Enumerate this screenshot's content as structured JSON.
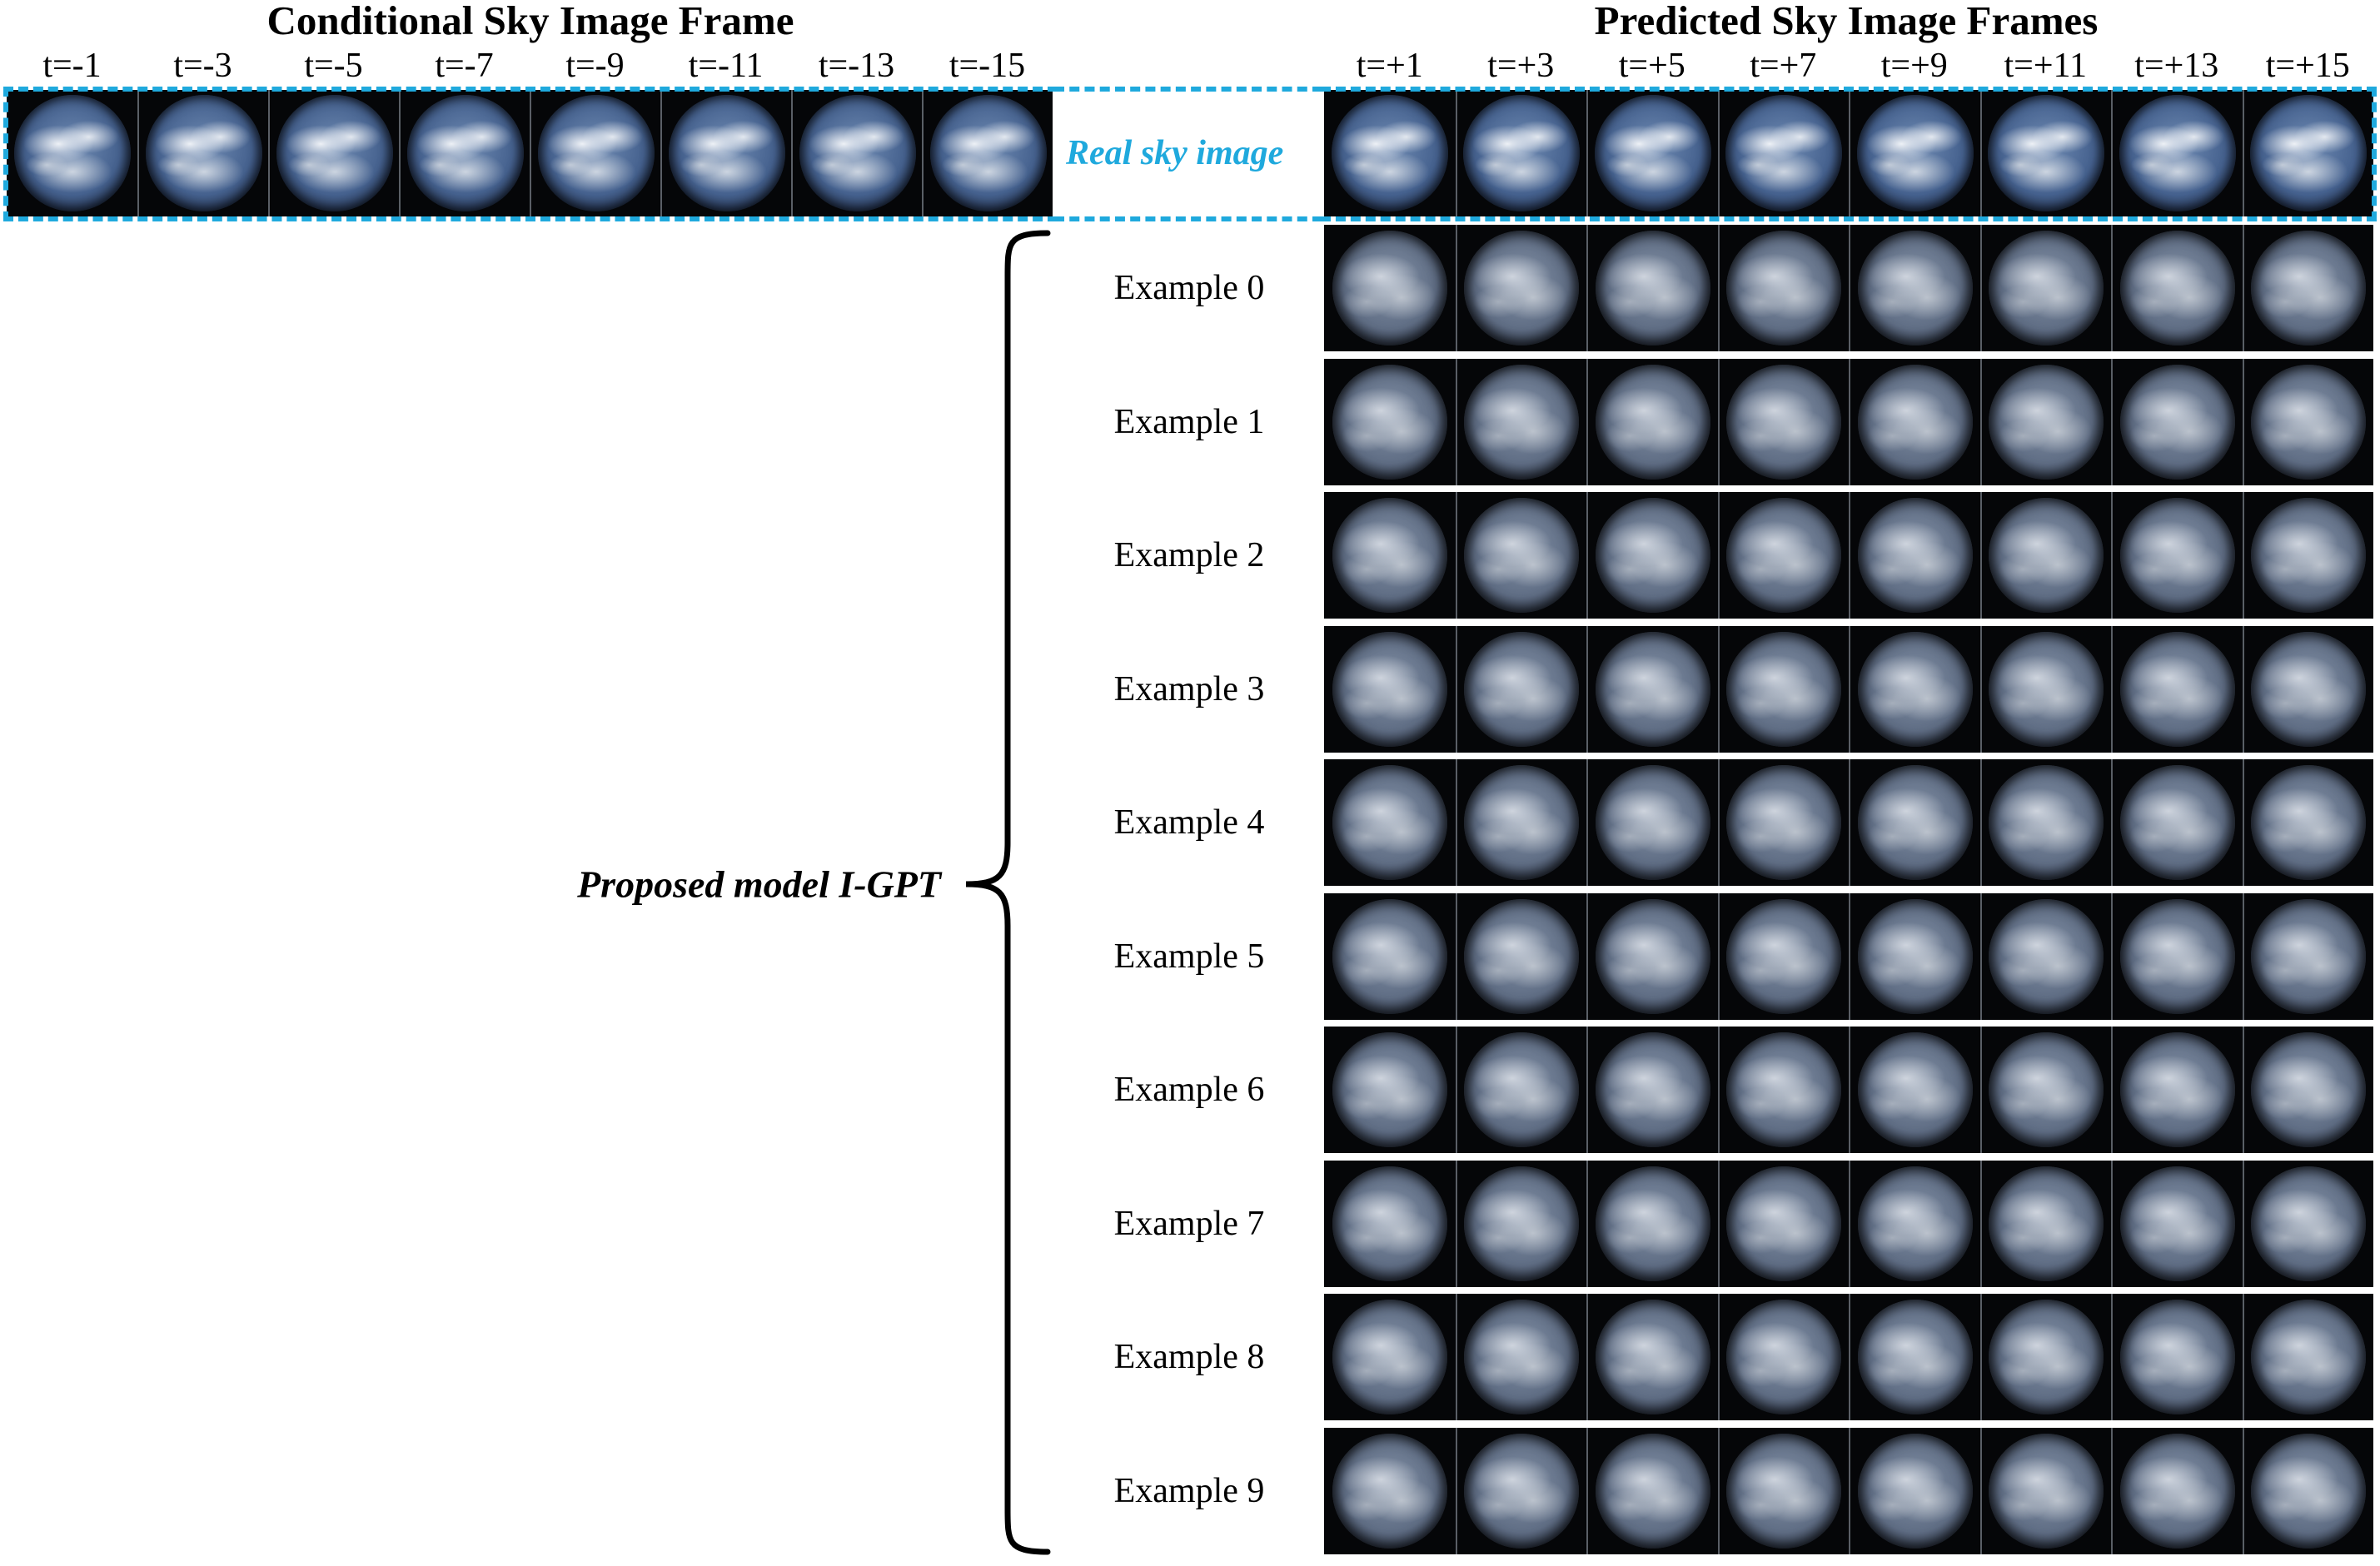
{
  "headers": {
    "conditional": "Conditional Sky Image Frame",
    "predicted": "Predicted Sky Image Frames"
  },
  "conditional_times": [
    "t=-1",
    "t=-3",
    "t=-5",
    "t=-7",
    "t=-9",
    "t=-11",
    "t=-13",
    "t=-15"
  ],
  "predicted_times": [
    "t=+1",
    "t=+3",
    "t=+5",
    "t=+7",
    "t=+9",
    "t=+11",
    "t=+13",
    "t=+15"
  ],
  "real_label": "Real sky image",
  "model_label": "Proposed model I-GPT",
  "examples": [
    "Example 0",
    "Example 1",
    "Example 2",
    "Example 3",
    "Example 4",
    "Example 5",
    "Example 6",
    "Example 7",
    "Example 8",
    "Example 9"
  ],
  "colors": {
    "highlight": "#1fa9dd",
    "strip_background": "#050608"
  }
}
